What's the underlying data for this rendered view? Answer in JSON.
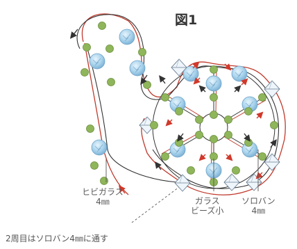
{
  "figure": {
    "title": "図1"
  },
  "labels": {
    "hibi_glass": "ヒビガラス",
    "hibi_glass_size": "4㎜",
    "glass": "ガラス",
    "beads_small": "ビーズ小",
    "soroban": "ソロバン",
    "soroban_size": "4㎜",
    "caption": "2周目はソロバン4㎜に通す"
  },
  "colors": {
    "thread_red": "#c0392b",
    "thread_black": "#333333",
    "bead_green": "#8fb65a",
    "crystal_blue": "#a9d3ec",
    "arrow_red": "#d0392b"
  },
  "icons": [
    "green-seed-bead-icon",
    "blue-crackle-bead-icon",
    "bicone-crystal-icon",
    "direction-arrow-icon"
  ]
}
